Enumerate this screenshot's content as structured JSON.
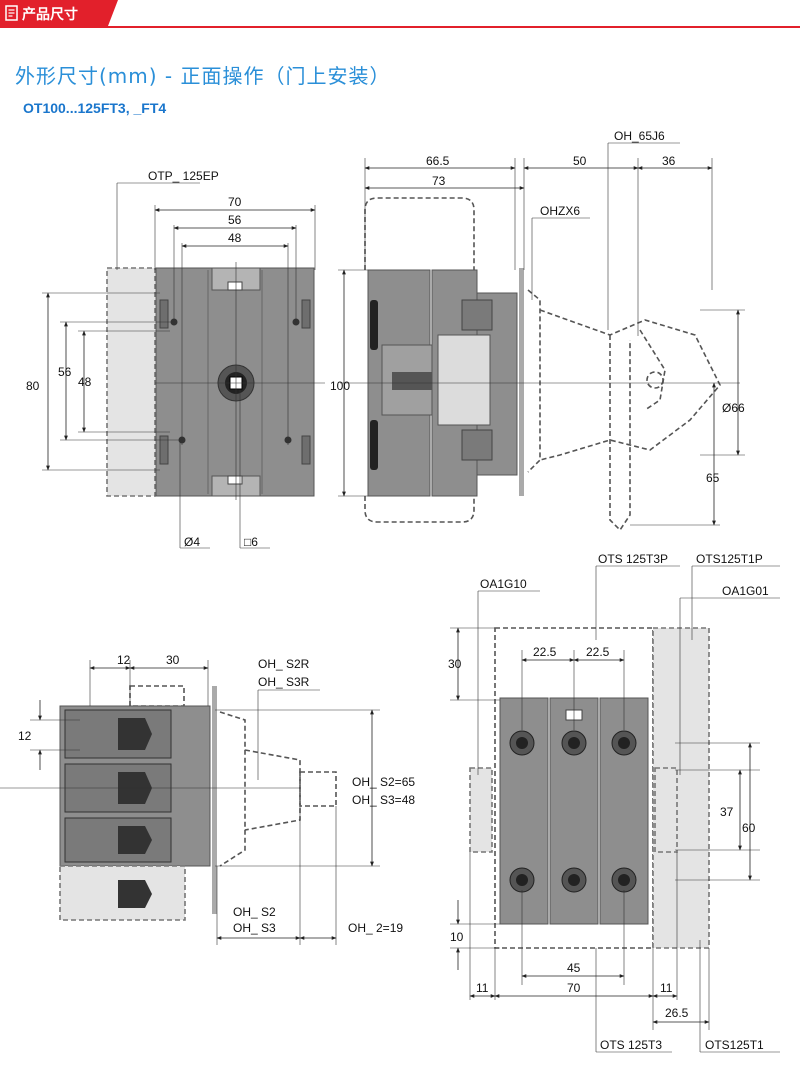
{
  "header": {
    "tab_label": "产品尺寸",
    "accent_color": "#e2202b",
    "title_color": "#2a8fd8",
    "tab_icon": "document-icon"
  },
  "title": "外形尺寸(mm) - 正面操作（门上安装）",
  "subtitle": "OT100...125FT3, _FT4",
  "front_view": {
    "label_otp": "OTP_ 125EP",
    "d70": "70",
    "d56_top": "56",
    "d48_top": "48",
    "d80": "80",
    "d56_side": "56",
    "d48_side": "48",
    "hole": "Ø4",
    "square": "□6"
  },
  "side_view": {
    "d66_5": "66.5",
    "d73": "73",
    "d100": "100",
    "d50": "50",
    "d36": "36",
    "label_shaft": "OH_65J6",
    "label_handle": "OHZX6",
    "dia66": "Ø66",
    "d65": "65"
  },
  "shaft_view": {
    "d12_top": "12",
    "d30_top": "30",
    "d12_side": "12",
    "label_s2r": "OH_ S2R",
    "label_s3r": "OH_ S3R",
    "label_s2_65": "OH_ S2=65",
    "label_s3_48": "OH_ S3=48",
    "label_s2": "OH_ S2",
    "label_s3": "OH_ S3",
    "label_oh2": "OH_ 2=19"
  },
  "top_view": {
    "label_ots3p": "OTS 125T3P",
    "label_ots1p": "OTS125T1P",
    "label_oa1g10": "OA1G10",
    "label_oa1g01": "OA1G01",
    "d30": "30",
    "d22_5_a": "22.5",
    "d22_5_b": "22.5",
    "d37": "37",
    "d60": "60",
    "d10": "10",
    "d45": "45",
    "d11_left": "11",
    "d70": "70",
    "d11_right": "11",
    "d26_5": "26.5",
    "label_ots3": "OTS 125T3",
    "label_ots1": "OTS125T1"
  }
}
